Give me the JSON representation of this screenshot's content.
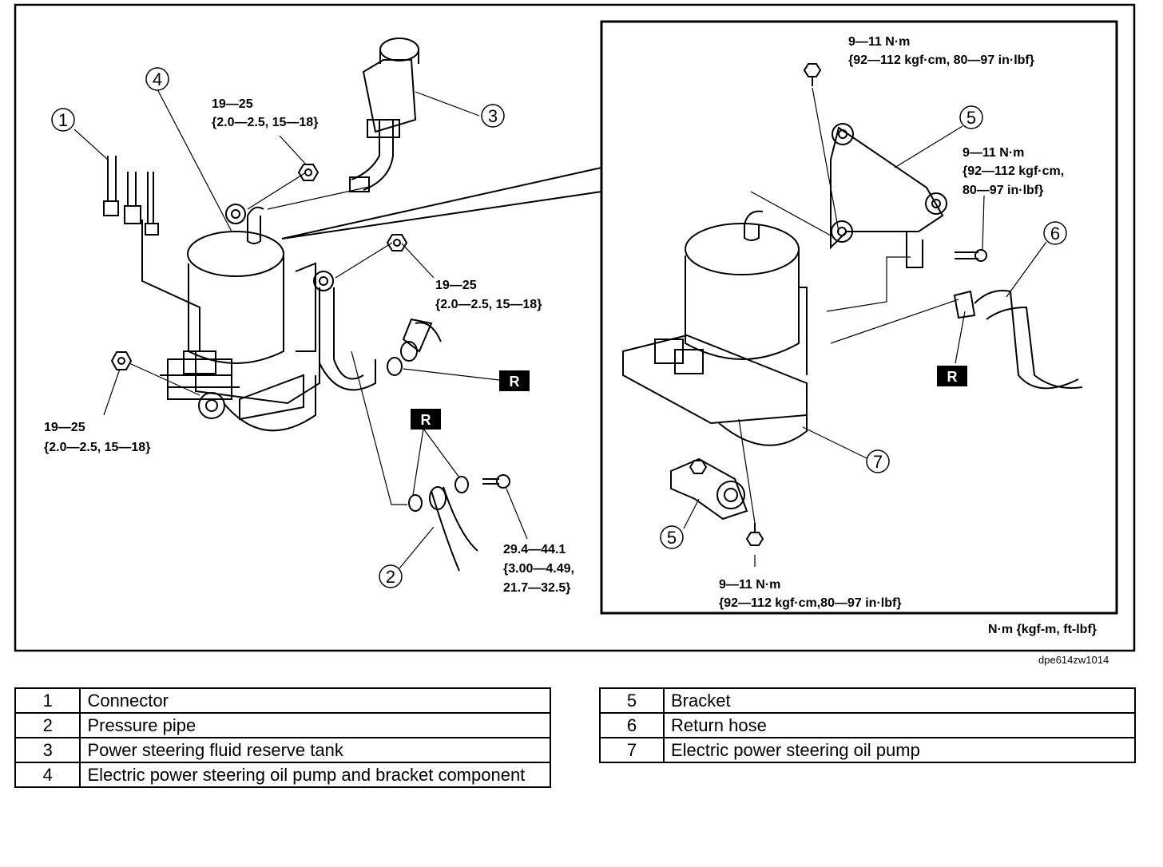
{
  "callouts": {
    "c1": "1",
    "c2": "2",
    "c3": "3",
    "c4": "4",
    "c5a": "5",
    "c5b": "5",
    "c6": "6",
    "c7": "7"
  },
  "torque": {
    "t1_l1": "19—25",
    "t1_l2": "{2.0—2.5, 15—18}",
    "t2_l1": "19—25",
    "t2_l2": "{2.0—2.5, 15—18}",
    "t3_l1": "19—25",
    "t3_l2": "{2.0—2.5, 15—18}",
    "t4_l1": "29.4—44.1",
    "t4_l2": "{3.00—4.49,",
    "t4_l3": "21.7—32.5}",
    "t5_l1": "9—11 N·m",
    "t5_l2": "{92—112 kgf·cm, 80—97 in·lbf}",
    "t6_l1": "9—11 N·m",
    "t6_l2": "{92—112 kgf·cm,",
    "t6_l3": "80—97 in·lbf}",
    "t7_l1": "9—11 N·m",
    "t7_l2": "{92—112 kgf·cm,80—97 in·lbf}"
  },
  "replace_marks": {
    "r1": "R",
    "r2": "R",
    "r3": "R"
  },
  "units_note": "N·m {kgf-m, ft-lbf}",
  "figure_code": "dpe614zw1014",
  "parts_left": [
    {
      "no": "1",
      "name": "Connector"
    },
    {
      "no": "2",
      "name": "Pressure pipe"
    },
    {
      "no": "3",
      "name": "Power steering fluid reserve tank"
    },
    {
      "no": "4",
      "name": "Electric power steering oil pump and bracket component"
    }
  ],
  "parts_right": [
    {
      "no": "5",
      "name": "Bracket"
    },
    {
      "no": "6",
      "name": "Return hose"
    },
    {
      "no": "7",
      "name": "Electric power steering oil pump"
    }
  ]
}
